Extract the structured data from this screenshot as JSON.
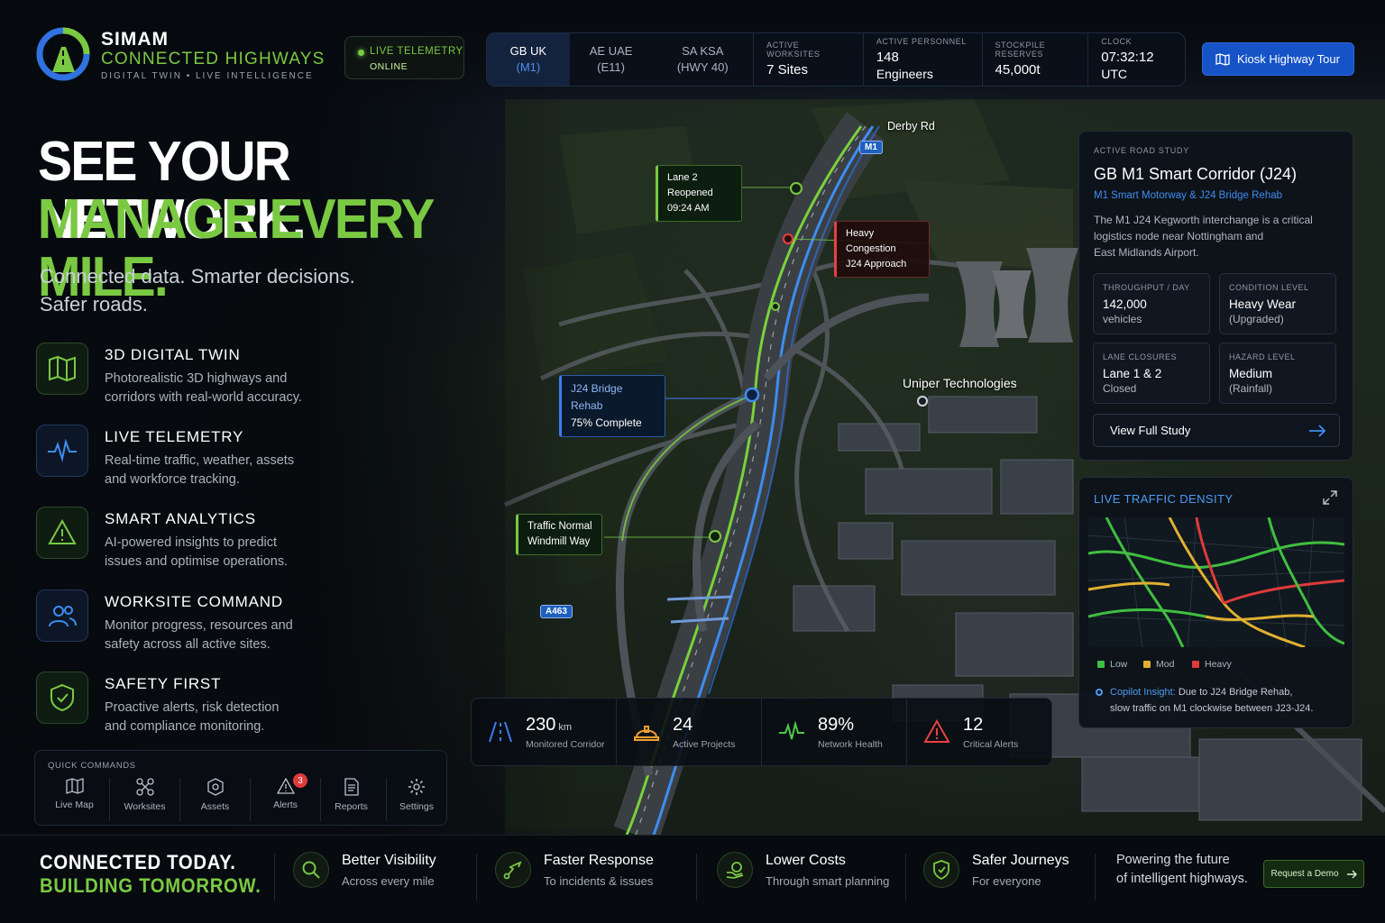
{
  "brand": {
    "name": "SIMAM",
    "sub": "CONNECTED HIGHWAYS",
    "tagline": "DIGITAL TWIN • LIVE INTELLIGENCE"
  },
  "telemetry": {
    "label": "LIVE TELEMETRY",
    "status": "ONLINE"
  },
  "regions": [
    {
      "code": "GB UK",
      "road": "(M1)",
      "active": true
    },
    {
      "code": "AE UAE",
      "road": "(E11)",
      "active": false
    },
    {
      "code": "SA KSA",
      "road": "(HWY 40)",
      "active": false
    }
  ],
  "header_stats": [
    {
      "label": "ACTIVE WORKSITES",
      "value": "7 Sites",
      "sub": ""
    },
    {
      "label": "ACTIVE PERSONNEL",
      "value": "148",
      "sub": "Engineers"
    },
    {
      "label": "STOCKPILE RESERVES",
      "value": "45,000t",
      "sub": ""
    },
    {
      "label": "CLOCK",
      "value": "07:32:12",
      "sub": "UTC"
    }
  ],
  "tour_button": "Kiosk Highway Tour",
  "hero": {
    "line1": "SEE YOUR NETWORK.",
    "line2": "MANAGE EVERY MILE.",
    "lead1": "Connected data. Smarter decisions.",
    "lead2": "Safer roads."
  },
  "features": [
    {
      "title": "3D DIGITAL TWIN",
      "desc1": "Photorealistic 3D highways and",
      "desc2": "corridors with real-world accuracy.",
      "icon": "map-icon",
      "tone": "g"
    },
    {
      "title": "LIVE TELEMETRY",
      "desc1": "Real-time traffic, weather, assets",
      "desc2": "and workforce tracking.",
      "icon": "pulse-icon",
      "tone": "b"
    },
    {
      "title": "SMART ANALYTICS",
      "desc1": "AI-powered insights to predict",
      "desc2": "issues and optimise operations.",
      "icon": "warning-icon",
      "tone": "g"
    },
    {
      "title": "WORKSITE COMMAND",
      "desc1": "Monitor progress, resources and",
      "desc2": "safety across all active sites.",
      "icon": "people-icon",
      "tone": "b"
    },
    {
      "title": "SAFETY FIRST",
      "desc1": "Proactive alerts, risk detection",
      "desc2": "and compliance monitoring.",
      "icon": "shield-icon",
      "tone": "g"
    }
  ],
  "quick_commands": {
    "heading": "QUICK COMMANDS",
    "items": [
      {
        "label": "Live Map",
        "icon": "map-icon"
      },
      {
        "label": "Worksites",
        "icon": "drone-icon"
      },
      {
        "label": "Assets",
        "icon": "hexagon-icon"
      },
      {
        "label": "Alerts",
        "icon": "alert-icon",
        "badge": "3"
      },
      {
        "label": "Reports",
        "icon": "document-icon"
      },
      {
        "label": "Settings",
        "icon": "gear-icon"
      }
    ]
  },
  "map": {
    "places": {
      "derby": "Derby Rd",
      "uniper": "Uniper Technologies"
    },
    "signs": {
      "m1": "M1",
      "a463": "A463"
    },
    "labels": {
      "reopened": {
        "a": "Lane 2 Reopened",
        "b": "09:24 AM"
      },
      "congestion": {
        "a": "Heavy Congestion",
        "b": "J24 Approach"
      },
      "bridge": {
        "a": "J24 Bridge Rehab",
        "b": "75% Complete"
      },
      "normal": {
        "a": "Traffic Normal",
        "b": "Windmill Way"
      }
    }
  },
  "bottom_stats": [
    {
      "value": "230",
      "unit": "km",
      "label": "Monitored Corridor",
      "icon": "road-icon",
      "color": "#3d7df0"
    },
    {
      "value": "24",
      "unit": "",
      "label": "Active Projects",
      "icon": "helmet-icon",
      "color": "#f0a030"
    },
    {
      "value": "89%",
      "unit": "",
      "label": "Network Health",
      "icon": "pulse-icon",
      "color": "#4fc94a"
    },
    {
      "value": "12",
      "unit": "",
      "label": "Critical Alerts",
      "icon": "warning-icon",
      "color": "#e84040"
    }
  ],
  "study": {
    "eyebrow": "ACTIVE ROAD STUDY",
    "title": "GB M1 Smart Corridor (J24)",
    "subtitle": "M1 Smart Motorway & J24 Bridge Rehab",
    "desc1": "The M1 J24 Kegworth interchange is a critical",
    "desc2": "logistics node near Nottingham and",
    "desc3": "East Midlands Airport.",
    "cells": [
      {
        "k": "THROUGHPUT / DAY",
        "v": "142,000",
        "w": "vehicles"
      },
      {
        "k": "CONDITION LEVEL",
        "v": "Heavy Wear",
        "w": "(Upgraded)"
      },
      {
        "k": "LANE CLOSURES",
        "v": "Lane 1 & 2",
        "w": "Closed"
      },
      {
        "k": "HAZARD LEVEL",
        "v": "Medium",
        "w": "(Rainfall)"
      }
    ],
    "cta": "View Full Study"
  },
  "traffic": {
    "title": "LIVE TRAFFIC DENSITY",
    "legend": [
      {
        "label": "Low",
        "color": "#3fbf3f"
      },
      {
        "label": "Mod",
        "color": "#e0b030"
      },
      {
        "label": "Heavy",
        "color": "#e03a3a"
      }
    ],
    "insight_label": "Copilot Insight:",
    "insight1": "Due to J24 Bridge Rehab,",
    "insight2": "slow traffic on M1 clockwise between J23-J24."
  },
  "footer": {
    "line1": "CONNECTED TODAY.",
    "line2": "BUILDING TOMORROW.",
    "benefits": [
      {
        "a": "Better Visibility",
        "b": "Across every mile",
        "icon": "search-icon"
      },
      {
        "a": "Faster Response",
        "b": "To incidents & issues",
        "icon": "route-icon"
      },
      {
        "a": "Lower Costs",
        "b": "Through smart planning",
        "icon": "coins-icon"
      },
      {
        "a": "Safer Journeys",
        "b": "For everyone",
        "icon": "shield-icon"
      }
    ],
    "tag1": "Powering the future",
    "tag2": "of intelligent highways.",
    "demo": "Request a Demo"
  }
}
